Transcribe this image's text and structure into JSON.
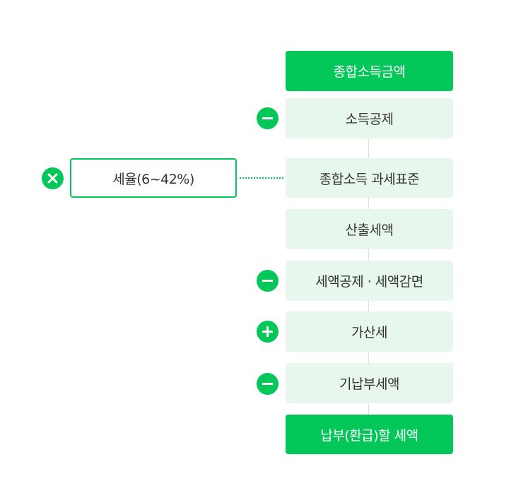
{
  "flow": {
    "steps": [
      {
        "label": "종합소득금액",
        "style": "dark",
        "operator": null
      },
      {
        "label": "소득공제",
        "style": "light",
        "operator": "minus"
      },
      {
        "label": "종합소득 과세표준",
        "style": "light",
        "operator": null
      },
      {
        "label": "산출세액",
        "style": "light",
        "operator": null
      },
      {
        "label": "세액공제 · 세액감면",
        "style": "light",
        "operator": "minus"
      },
      {
        "label": "가산세",
        "style": "light",
        "operator": "plus"
      },
      {
        "label": "기납부세액",
        "style": "light",
        "operator": "minus"
      },
      {
        "label": "납부(환급)할 세액",
        "style": "dark",
        "operator": null
      }
    ]
  },
  "side": {
    "operator": "times",
    "label": "세율(6~42%)"
  },
  "colors": {
    "accent": "#04c75a",
    "light_fill": "#e8f7ee",
    "connector": "#cbe9d7"
  }
}
